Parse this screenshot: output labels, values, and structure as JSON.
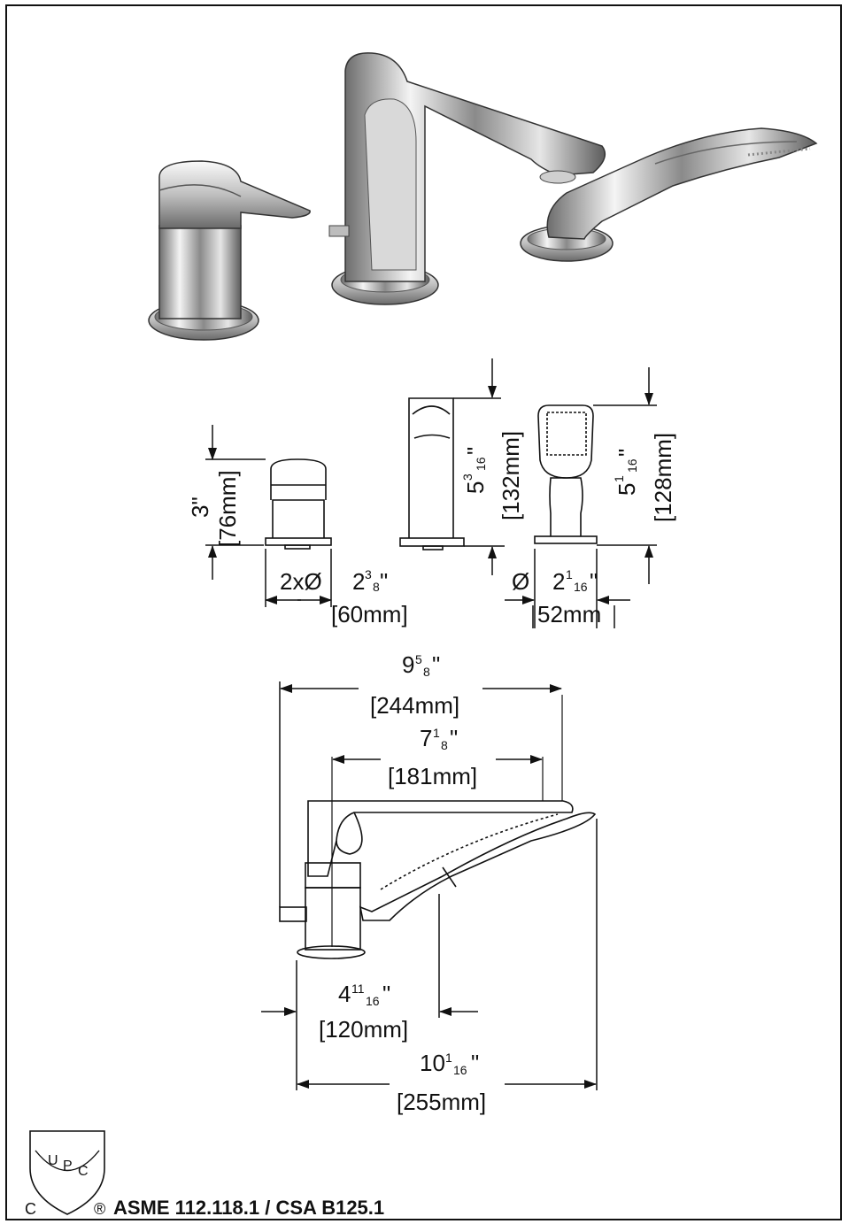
{
  "product_views": {
    "handle": "3\"",
    "handle_mm": "[76mm]",
    "base_dia_prefix": "2xØ",
    "base_dia_whole": "2",
    "base_dia_num": "3",
    "base_dia_den": "8",
    "base_dia_mm": "[60mm]",
    "spout_h_whole": "5",
    "spout_h_num": "3",
    "spout_h_den": "16",
    "spout_h_mm": "[132mm]",
    "shower_h_whole": "5",
    "shower_h_num": "1",
    "shower_h_den": "16",
    "shower_h_mm": "[128mm]",
    "shower_dia_prefix": "Ø",
    "shower_dia_whole": "2",
    "shower_dia_num": "1",
    "shower_dia_den": "16",
    "shower_dia_mm": "52mm"
  },
  "plan_view": {
    "overall_whole": "9",
    "overall_num": "5",
    "overall_den": "8",
    "overall_mm": "[244mm]",
    "reach_whole": "7",
    "reach_num": "1",
    "reach_den": "8",
    "reach_mm": "[181mm]",
    "offset_whole": "4",
    "offset_num": "11",
    "offset_den": "16",
    "offset_mm": "[120mm]",
    "total_whole": "10",
    "total_num": "1",
    "total_den": "16",
    "total_mm": "[255mm]"
  },
  "certification": {
    "logo_letters": [
      "U",
      "P",
      "C"
    ],
    "c_mark": "C",
    "registered": "®",
    "standard": "ASME 112.118.1 / CSA B125.1"
  }
}
